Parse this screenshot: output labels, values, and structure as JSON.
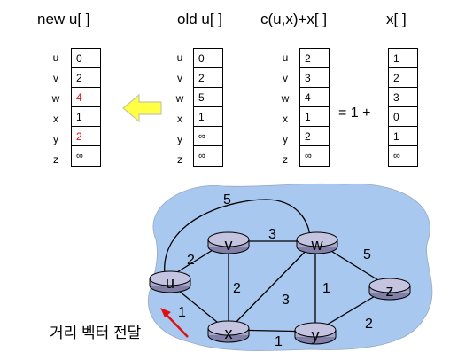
{
  "titles": {
    "new": "new u[ ]",
    "old": "old u[ ]",
    "cux": "c(u,x)+x[ ]",
    "x": "x[ ]"
  },
  "row_labels": [
    "u",
    "v",
    "w",
    "x",
    "y",
    "z"
  ],
  "tables": {
    "new_u": [
      "0",
      "2",
      "4",
      "1",
      "2",
      "∞"
    ],
    "old_u": [
      "0",
      "2",
      "5",
      "1",
      "∞",
      "∞"
    ],
    "cux": [
      "2",
      "3",
      "4",
      "1",
      "2",
      "∞"
    ],
    "x": [
      "1",
      "2",
      "3",
      "0",
      "1",
      "∞"
    ]
  },
  "equation": "= 1 +",
  "graph": {
    "nodes": [
      "u",
      "v",
      "w",
      "x",
      "y",
      "z"
    ],
    "edges": [
      {
        "from": "u",
        "to": "v",
        "cost": "2"
      },
      {
        "from": "u",
        "to": "w",
        "cost": "5"
      },
      {
        "from": "u",
        "to": "x",
        "cost": "1"
      },
      {
        "from": "v",
        "to": "w",
        "cost": "3"
      },
      {
        "from": "v",
        "to": "x",
        "cost": "2"
      },
      {
        "from": "w",
        "to": "x",
        "cost": "3"
      },
      {
        "from": "w",
        "to": "y",
        "cost": "1"
      },
      {
        "from": "w",
        "to": "z",
        "cost": "5"
      },
      {
        "from": "x",
        "to": "y",
        "cost": "1"
      },
      {
        "from": "y",
        "to": "z",
        "cost": "2"
      }
    ]
  },
  "caption": "거리 벡터 전달",
  "colors": {
    "changed_value": "#e01010",
    "cloud": "#a8c8f0",
    "arrow": "#ffff44",
    "send_arrow": "#e01010",
    "router": "#a7a7cc"
  }
}
